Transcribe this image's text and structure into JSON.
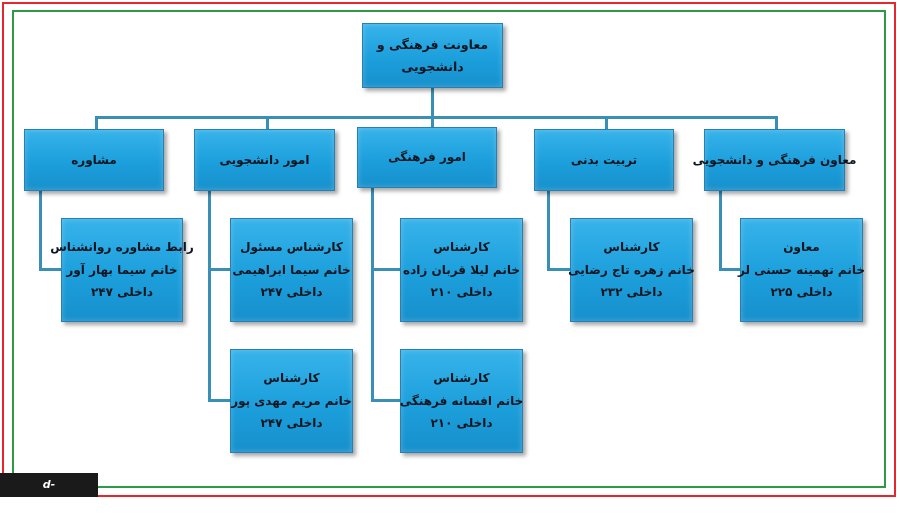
{
  "root": {
    "line1": "معاونت فرهنگی و",
    "line2": "دانشجویی"
  },
  "departments": [
    {
      "title": "مشاوره"
    },
    {
      "title": "امور دانشجویی"
    },
    {
      "title": "امور فرهنگی"
    },
    {
      "title": "تربیت بدنی"
    },
    {
      "title": "معاون فرهنگی و دانشجویی"
    }
  ],
  "staff": {
    "moshavere": {
      "role": "رابط مشاوره روانشناس",
      "name": "خانم سیما بهار آور",
      "ext": "داخلی ۲۴۷"
    },
    "daneshjooyi_1": {
      "role": "کارشناس مسئول",
      "name": "خانم سیما ابراهیمی",
      "ext": "داخلی ۲۴۷"
    },
    "daneshjooyi_2": {
      "role": "کارشناس",
      "name": "خانم مریم مهدی پور",
      "ext": "داخلی ۲۴۷"
    },
    "farhangi_1": {
      "role": "کارشناس",
      "name": "خانم لیلا قربان زاده",
      "ext": "داخلی ۲۱۰"
    },
    "farhangi_2": {
      "role": "کارشناس",
      "name": "خانم افسانه فرهنگی",
      "ext": "داخلی ۲۱۰"
    },
    "tarbiat": {
      "role": "کارشناس",
      "name": "خانم زهره تاج رضایی",
      "ext": "داخلی ۲۳۲"
    },
    "moaven": {
      "role": "معاون",
      "name": "خانم تهمینه حسنی لر",
      "ext": "داخلی ۲۲۵"
    }
  },
  "watermark": "d-tabriz.tvu.ac.ir",
  "colors": {
    "box": "#1c9fdc",
    "connector": "#3a8fb7",
    "outer_frame": "#e5262c",
    "inner_frame": "#2e9a47"
  }
}
